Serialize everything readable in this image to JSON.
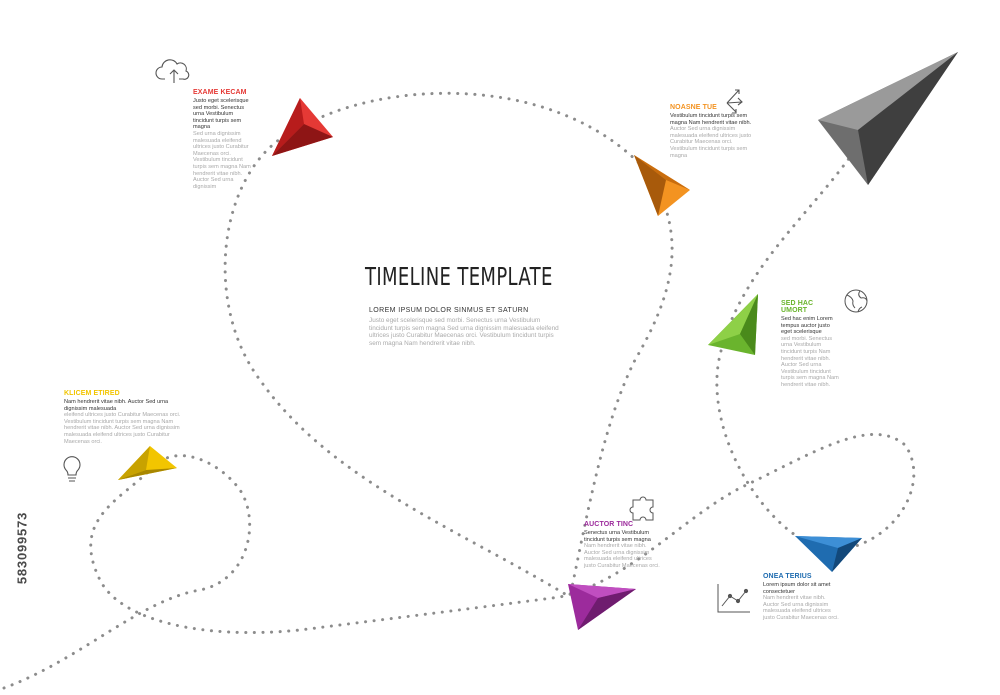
{
  "main": {
    "title": "TIMELINE TEMPLATE",
    "subtitle": "LOREM IPSUM DOLOR SINMUS ET SATURN",
    "body": "Justo eget scelerisque sed morbi. Senectus urna Vestibulum tincidunt turpis sem magna Sed urna dignissim malesuada eleifend ultrices justo Curabitur Maecenas orci. Vestibulum tincidunt turpis sem magna Nam hendrerit vitae nibh."
  },
  "steps": [
    {
      "title": "EXAME KECAM",
      "color": "#e53935",
      "icon": "cloud-upload-icon",
      "dark": "Justo eget scelerisque sed morbi. Senectus urna Vestibulum tincidunt turpis sem magna",
      "light": "Sed urna dignissim malesuada eleifend ultrices justo Curabitur Maecenas orci. Vestibulum tincidunt turpis sem magna Nam hendrerit vitae nibh. Auctor Sed urna dignissim"
    },
    {
      "title": "NOASNE TUE",
      "color": "#f39321",
      "icon": "arrows-spread-icon",
      "dark": "Vestibulum tincidunt turpis sem magna Nam hendrerit vitae nibh.",
      "light": "Auctor Sed urna dignissim malesuada eleifend ultrices justo Curabitur Maecenas orci. Vestibulum tincidunt turpis sem magna"
    },
    {
      "title": "SED HAC UMORT",
      "color": "#6ab42d",
      "icon": "globe-icon",
      "dark": "Sed hac enim Lorem tempus auctor justo eget scelerisque",
      "light": "sed morbi. Senectus urna Vestibulum tincidunt turpis Nam hendrerit vitae nibh. Auctor Sed urna Vestibulum tincidunt turpis sem magna Nam hendrerit vitae nibh."
    },
    {
      "title": "KLICEM ETIRED",
      "color": "#f2c500",
      "icon": "lightbulb-icon",
      "dark": "Nam hendrerit vitae nibh. Auctor Sed urna dignissim malesuada",
      "light": "eleifend ultrices justo Curabitur Maecenas orci. Vestibulum tincidunt turpis sem magna Nam hendrerit vitae nibh. Auctor Sed urna dignissim malesuada eleifend ultrices justo Curabitur Maecenas orci."
    },
    {
      "title": "AUCTOR TINC",
      "color": "#9c2b9c",
      "icon": "puzzle-icon",
      "dark": "Senectus urna Vestibulum tincidunt turpis sem magna",
      "light": "Nam hendrerit vitae nibh. Auctor Sed urna dignissim malesuada eleifend ultrices justo Curabitur Maecenas orci."
    },
    {
      "title": "ONEA TERIUS",
      "color": "#1f6cb0",
      "icon": "line-chart-icon",
      "dark": "Lorem ipsum dolor sit amet consectetuer",
      "light": "Nam hendrerit vitae nibh. Auctor Sed urna dignissim malesuada eleifend ultrices justo Curabitur Maecenas orci."
    }
  ],
  "watermark": "583099573"
}
